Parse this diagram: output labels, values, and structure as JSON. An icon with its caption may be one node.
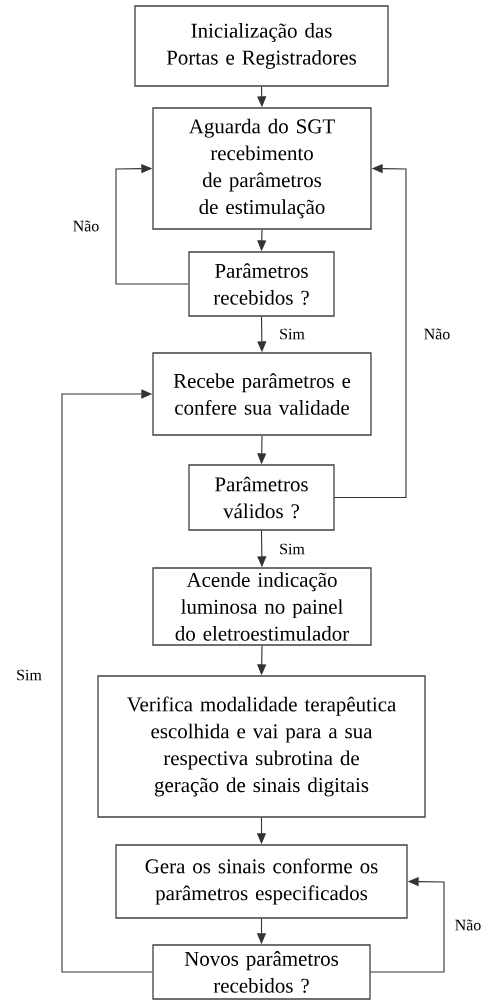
{
  "diagram": {
    "nodes": [
      {
        "text": [
          "Inicialização das Portas e Registradores"
        ]
      },
      {
        "text": [
          "Aguarda do SGT recebimento de parâmetros de estimulação"
        ]
      },
      {
        "text": [
          "Parâmetros recebidos ?"
        ]
      },
      {
        "text": [
          "Recebe parâmetros e confere sua validade"
        ]
      },
      {
        "text": [
          "Parâmetros válidos ?"
        ]
      },
      {
        "text": [
          "Acende indicação luminosa no painel do eletroestimulador"
        ]
      },
      {
        "text": [
          "Verifica modalidade terapêutica escolhida e vai para a sua respectiva subrotina de geração de sinais digitais"
        ]
      },
      {
        "text": [
          "Gera os sinais conforme os parâmetros especificados"
        ]
      },
      {
        "text": [
          "Novos parâmetros recebidos ?"
        ]
      }
    ],
    "edges": [
      {
        "from": 0,
        "to": 1,
        "arrow": "to"
      },
      {
        "from": 1,
        "to": 2,
        "arrow": "to"
      },
      {
        "from": 2,
        "to": 1,
        "arrow": "to",
        "label": "Não"
      },
      {
        "from": 2,
        "to": 3,
        "arrow": "to",
        "label": "Sim"
      },
      {
        "from": 3,
        "to": 4,
        "arrow": "to"
      },
      {
        "from": 4,
        "to": 1,
        "arrow": "to",
        "label": "Não"
      },
      {
        "from": 4,
        "to": 5,
        "arrow": "to",
        "label": "Sim"
      },
      {
        "from": 5,
        "to": 6,
        "arrow": "to"
      },
      {
        "from": 6,
        "to": 7,
        "arrow": "to"
      },
      {
        "from": 7,
        "to": 8,
        "arrow": "to"
      },
      {
        "from": 8,
        "to": 7,
        "arrow": "to",
        "label": "Não"
      },
      {
        "from": 8,
        "to": 3,
        "arrow": "to",
        "label": "Sim"
      }
    ]
  }
}
